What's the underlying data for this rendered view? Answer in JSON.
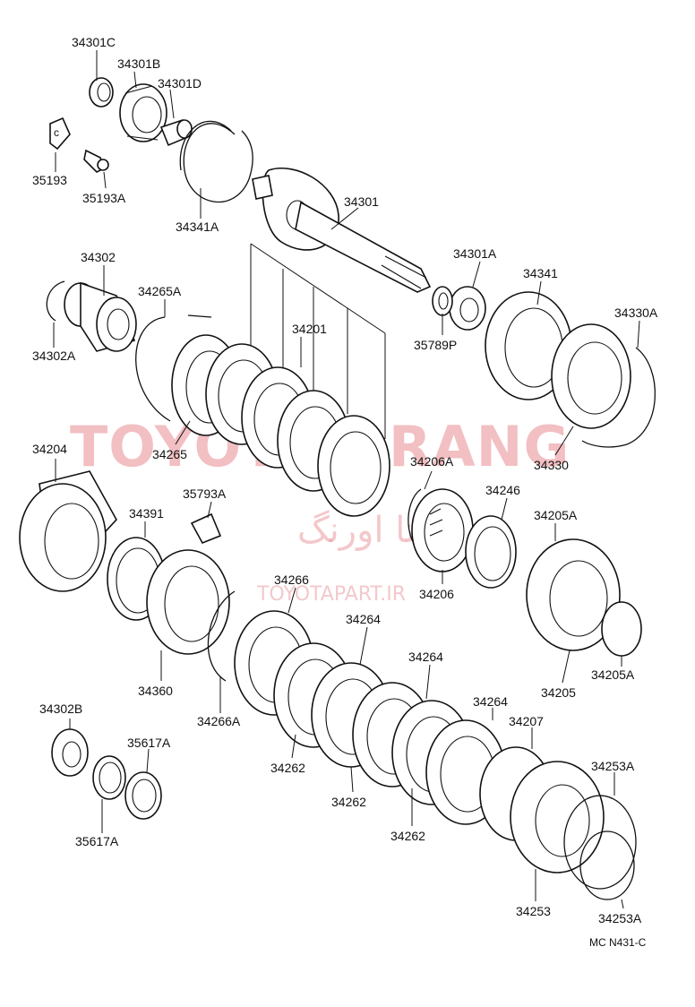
{
  "labels": {
    "p34301C": "34301C",
    "p34301B": "34301B",
    "p34301D": "34301D",
    "p35193": "35193",
    "p35193A": "35193A",
    "p34341A": "34341A",
    "p34301": "34301",
    "p34302": "34302",
    "p34302A": "34302A",
    "p34265A": "34265A",
    "p34201": "34201",
    "p34301A": "34301A",
    "p34341": "34341",
    "p34330A": "34330A",
    "p35789P": "35789P",
    "p34265": "34265",
    "p34330": "34330",
    "p34204": "34204",
    "p34206A": "34206A",
    "p35793A": "35793A",
    "p34246": "34246",
    "p34391": "34391",
    "p34205A_top": "34205A",
    "p34266": "34266",
    "p34206": "34206",
    "p34264_a": "34264",
    "p34264_b": "34264",
    "p34360": "34360",
    "p34205": "34205",
    "p34205A_bottom": "34205A",
    "p34264_c": "34264",
    "p34207": "34207",
    "p34266A": "34266A",
    "p34302B": "34302B",
    "p35617A_top": "35617A",
    "p34262_a": "34262",
    "p34253A_top": "34253A",
    "p34262_b": "34262",
    "p34262_c": "34262",
    "p35617A_bottom": "35617A",
    "p34253": "34253",
    "p34253A_bottom": "34253A"
  },
  "reference": "MC N431-C",
  "watermark": {
    "latin": "TOYOTA ORANG",
    "persian": "تویوتا اورنگ",
    "url": "TOYOTAPART.IR",
    "color": "#e88a8f"
  }
}
